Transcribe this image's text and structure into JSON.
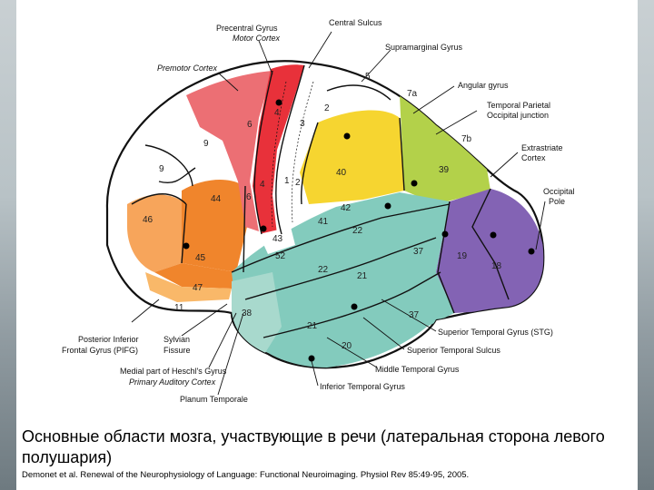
{
  "caption": {
    "title": "Основные области мозга, участвующие в речи (латеральная сторона левого полушария)",
    "reference": "Demonet et al. Renewal of the Neurophysiology of Language: Functional Neuroimaging. Physiol Rev 85:49-95, 2005."
  },
  "labels": {
    "precentral": "Precentral Gyrus",
    "motor_cortex": "Motor Cortex",
    "central_sulcus": "Central Sulcus",
    "supramarginal": "Supramarginal Gyrus",
    "premotor": "Premotor Cortex",
    "angular": "Angular gyrus",
    "tpo_1": "Temporal Parietal",
    "tpo_2": "Occipital junction",
    "extrastriate_1": "Extrastriate",
    "extrastriate_2": "Cortex",
    "occipital_1": "Occipital",
    "occipital_2": "Pole",
    "pifg_1": "Posterior Inferior",
    "pifg_2": "Frontal Gyrus (PIFG)",
    "sylvian_1": "Sylvian",
    "sylvian_2": "Fissure",
    "heschl_1": "Medial part of Heschl's Gyrus",
    "heschl_2": "Primary Auditory Cortex",
    "planum": "Planum Temporale",
    "stg": "Superior Temporal Gyrus (STG)",
    "sts": "Superior Temporal Sulcus",
    "mtg": "Middle Temporal Gyrus",
    "itg": "Inferior Temporal Gyrus"
  },
  "areas": {
    "a5": "5",
    "a7a": "7a",
    "a7b": "7b",
    "a3": "3",
    "a2": "2",
    "a1": "1",
    "a4_top": "4",
    "a4_bottom": "4",
    "a6_top": "6",
    "a6_bottom": "6",
    "a9_top": "9",
    "a9_bottom": "9",
    "a40": "40",
    "a39": "39",
    "a44": "44",
    "a46": "46",
    "a45": "45",
    "a47": "47",
    "a11": "11",
    "a43": "43",
    "a41": "41",
    "a42": "42",
    "a22_top": "22",
    "a22_mid": "22",
    "a52": "52",
    "a21_top": "21",
    "a21_bottom": "21",
    "a37_top": "37",
    "a37_bottom": "37",
    "a38": "38",
    "a20": "20",
    "a19": "19",
    "a18": "18"
  },
  "colors": {
    "red": "#e8313a",
    "pink": "#ec6f74",
    "yellow": "#f6d530",
    "lime": "#b3d14a",
    "teal": "#83cbbd",
    "teal_light": "#a8d9cd",
    "purple": "#8363b4",
    "orange_light": "#f7a55b",
    "orange": "#f0852c",
    "orange_pale": "#f9b869"
  }
}
